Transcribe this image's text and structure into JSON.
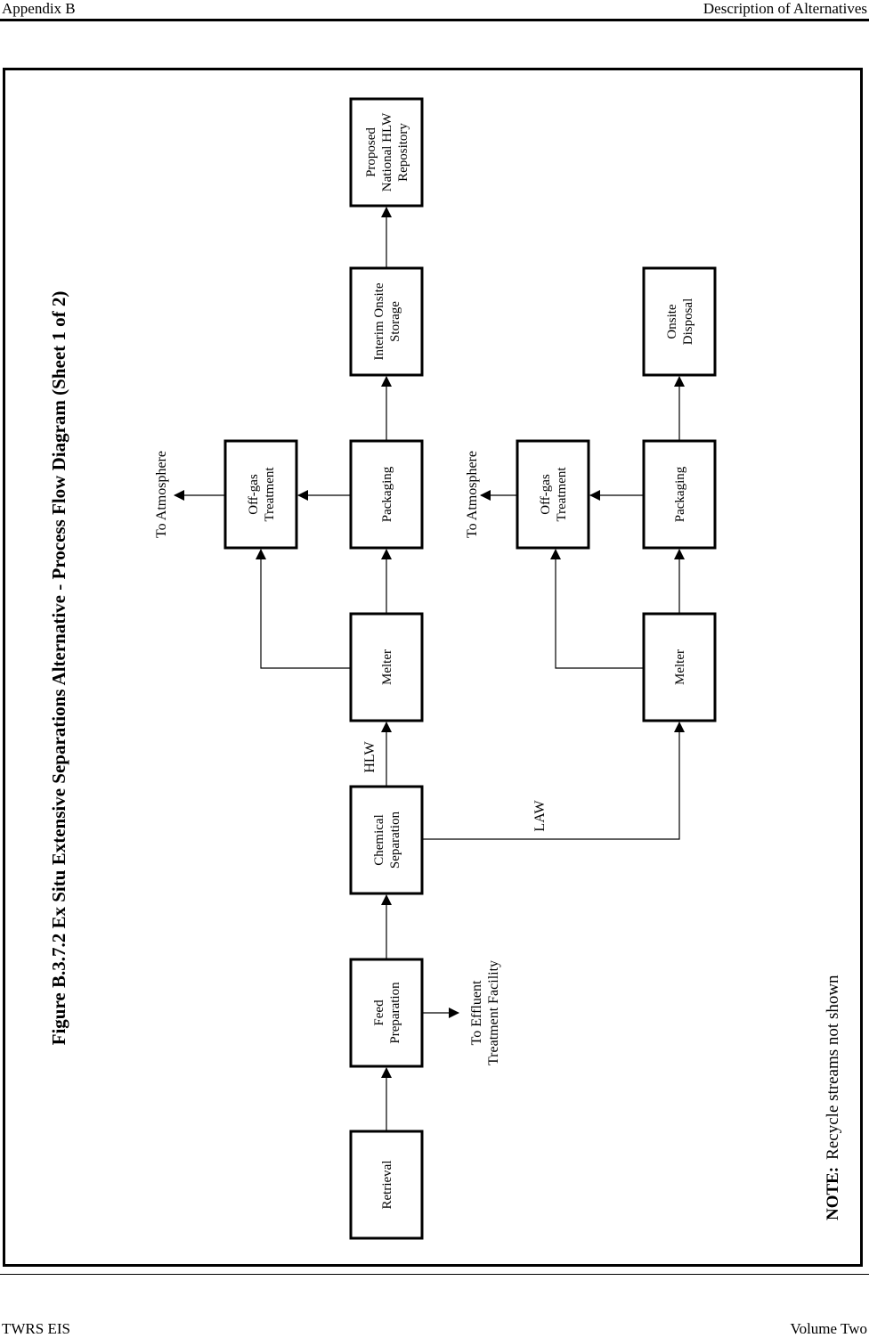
{
  "header": {
    "left": "Appendix B",
    "right": "Description of Alternatives"
  },
  "footer": {
    "left": "TWRS EIS",
    "right": "Volume Two"
  },
  "figure": {
    "title": "Figure B.3.7.2  Ex Situ Extensive Separations Alternative - Process Flow Diagram (Sheet 1 of 2)"
  },
  "note": {
    "label": "NOTE:",
    "text": "Recycle streams not shown"
  },
  "boxes": {
    "retrieval": [
      "Retrieval"
    ],
    "feed_preparation": [
      "Feed",
      "Preparation"
    ],
    "chemical_separation": [
      "Chemical",
      "Separation"
    ],
    "hlw_melter": [
      "Melter"
    ],
    "hlw_packaging": [
      "Packaging"
    ],
    "hlw_offgas": [
      "Off-gas",
      "Treatment"
    ],
    "interim_storage": [
      "Interim Onsite",
      "Storage"
    ],
    "repository": [
      "Proposed",
      "National HLW",
      "Repository"
    ],
    "law_melter": [
      "Melter"
    ],
    "law_packaging": [
      "Packaging"
    ],
    "law_offgas": [
      "Off-gas",
      "Treatment"
    ],
    "onsite_disposal": [
      "Onsite",
      "Disposal"
    ]
  },
  "labels": {
    "hlw": "HLW",
    "law": "LAW",
    "to_atmosphere_1": "To Atmosphere",
    "to_atmosphere_2": "To Atmosphere",
    "to_effluent": [
      "To Effluent",
      "Treatment Facility"
    ]
  }
}
